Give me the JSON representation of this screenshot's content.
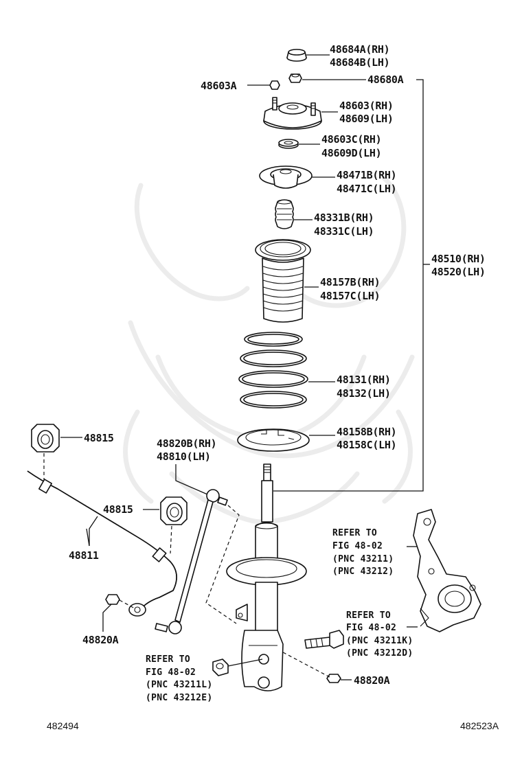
{
  "labels": {
    "p48684a": "48684A(RH)",
    "p48684b": "48684B(LH)",
    "p48680a": "48680A",
    "p48603a": "48603A",
    "p48603": "48603(RH)",
    "p48609": "48609(LH)",
    "p48603c": "48603C(RH)",
    "p48609d": "48609D(LH)",
    "p48471b": "48471B(RH)",
    "p48471c": "48471C(LH)",
    "p48331b": "48331B(RH)",
    "p48331c": "48331C(LH)",
    "p48510": "48510(RH)",
    "p48520": "48520(LH)",
    "p48157b": "48157B(RH)",
    "p48157c": "48157C(LH)",
    "p48131": "48131(RH)",
    "p48132": "48132(LH)",
    "p48158b": "48158B(RH)",
    "p48158c": "48158C(LH)",
    "p48815_top": "48815",
    "p48815_mid": "48815",
    "p48820b": "48820B(RH)",
    "p48810": "48810(LH)",
    "p48811": "48811",
    "p48820a_left": "48820A",
    "p48820a_right": "48820A"
  },
  "references": {
    "knuckle": [
      "REFER TO",
      "FIG 48-02",
      "(PNC 43211)",
      "(PNC 43212)"
    ],
    "bolt_upper": [
      "REFER TO",
      "FIG 48-02",
      "(PNC 43211K)",
      "(PNC 43212D)"
    ],
    "bolt_lower": [
      "REFER TO",
      "FIG 48-02",
      "(PNC 43211L)",
      "(PNC 43212E)"
    ]
  },
  "footer": {
    "left_code": "482494",
    "right_code": "482523A"
  }
}
